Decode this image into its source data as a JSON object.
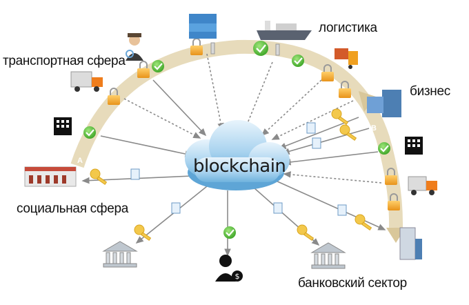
{
  "center": {
    "label": "blockchain"
  },
  "nodes": {
    "transport": "транспортная сфера",
    "logistics": "логистика",
    "business": "бизнес",
    "social": "социальная сфера",
    "banking": "банковский сектор"
  },
  "arc": {
    "start_letter": "A",
    "end_letter": "B"
  },
  "colors": {
    "arc": "#e2d4b0",
    "arc_arrow": "#d9c79a",
    "check": "#5cc33a",
    "lock": "#f5a623",
    "cloud": "#9ccbea",
    "arrow": "#8a8a8a"
  },
  "icons": [
    "building-icon",
    "truck-icon",
    "server-icon",
    "ship-icon",
    "forklift-icon",
    "bank-icon",
    "user-money-icon",
    "key-icon",
    "lock-icon",
    "check-icon",
    "data-doc-icon",
    "auditor-icon"
  ]
}
